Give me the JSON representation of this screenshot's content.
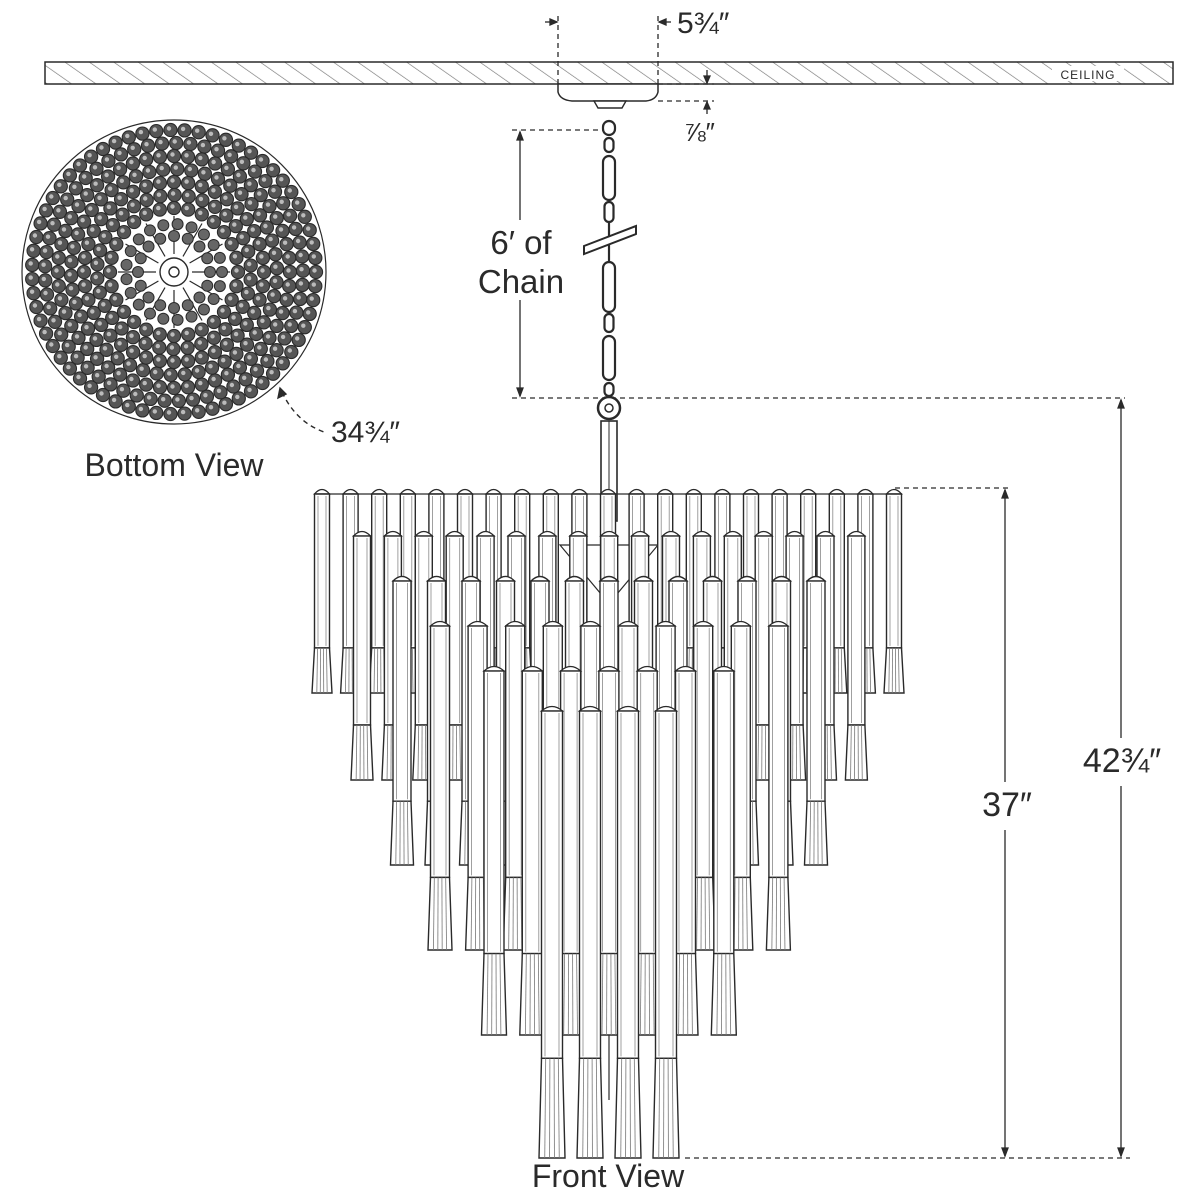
{
  "labels": {
    "ceiling": "CEILING",
    "canopy_width": "5¾″",
    "canopy_height": "⅞″",
    "chain_line1": "6′ of",
    "chain_line2": "Chain",
    "diameter": "34¾″",
    "bottom_view": "Bottom View",
    "front_view": "Front View",
    "body_height": "37″",
    "overall_height": "42¾″"
  },
  "colors": {
    "line": "#2a2a2a",
    "tube_fill": "#ffffff",
    "ball_fill": "#555555",
    "hatch": "#666666"
  }
}
